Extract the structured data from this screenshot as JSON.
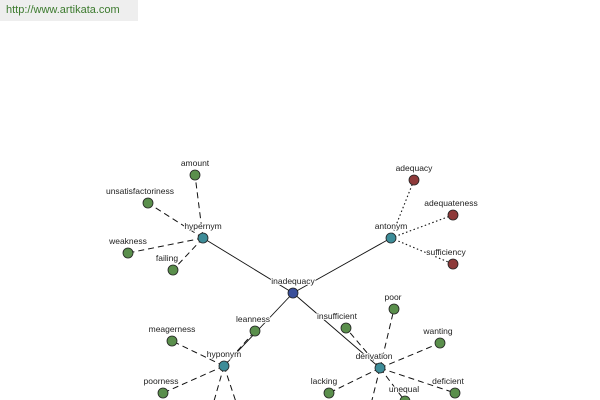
{
  "header": {
    "url": "http://www.artikata.com"
  },
  "colors": {
    "root": "#3a4f9a",
    "relation": "#3d8c98",
    "synonym": "#5a8f4c",
    "antonym": "#8e3a3a"
  },
  "graph": {
    "nodes": [
      {
        "id": "inadequacy",
        "label": "inadequacy",
        "kind": "root"
      },
      {
        "id": "hypernym",
        "label": "hypernym",
        "kind": "relation"
      },
      {
        "id": "antonym",
        "label": "antonym",
        "kind": "relation"
      },
      {
        "id": "hyponym",
        "label": "hyponym",
        "kind": "relation"
      },
      {
        "id": "derivation",
        "label": "derivation",
        "kind": "relation"
      },
      {
        "id": "amount",
        "label": "amount",
        "kind": "synonym"
      },
      {
        "id": "unsatisfactoriness",
        "label": "unsatisfactoriness",
        "kind": "synonym"
      },
      {
        "id": "weakness",
        "label": "weakness",
        "kind": "synonym"
      },
      {
        "id": "failing",
        "label": "failing",
        "kind": "synonym"
      },
      {
        "id": "adequacy",
        "label": "adequacy",
        "kind": "antonym"
      },
      {
        "id": "adequateness",
        "label": "adequateness",
        "kind": "antonym"
      },
      {
        "id": "sufficiency",
        "label": "sufficiency",
        "kind": "antonym"
      },
      {
        "id": "leanness",
        "label": "leanness",
        "kind": "synonym"
      },
      {
        "id": "meagerness",
        "label": "meagerness",
        "kind": "synonym"
      },
      {
        "id": "poorness",
        "label": "poorness",
        "kind": "synonym"
      },
      {
        "id": "insufficient",
        "label": "insufficient",
        "kind": "synonym"
      },
      {
        "id": "poor",
        "label": "poor",
        "kind": "synonym"
      },
      {
        "id": "wanting",
        "label": "wanting",
        "kind": "synonym"
      },
      {
        "id": "lacking",
        "label": "lacking",
        "kind": "synonym"
      },
      {
        "id": "unequal",
        "label": "unequal",
        "kind": "synonym"
      },
      {
        "id": "deficient",
        "label": "deficient",
        "kind": "synonym"
      }
    ],
    "edges": [
      {
        "from": "inadequacy",
        "to": "hypernym",
        "style": "solid"
      },
      {
        "from": "inadequacy",
        "to": "antonym",
        "style": "solid"
      },
      {
        "from": "inadequacy",
        "to": "hyponym",
        "style": "solid"
      },
      {
        "from": "inadequacy",
        "to": "derivation",
        "style": "solid"
      },
      {
        "from": "hypernym",
        "to": "amount",
        "style": "dash"
      },
      {
        "from": "hypernym",
        "to": "unsatisfactoriness",
        "style": "dash"
      },
      {
        "from": "hypernym",
        "to": "weakness",
        "style": "dash"
      },
      {
        "from": "hypernym",
        "to": "failing",
        "style": "dash"
      },
      {
        "from": "antonym",
        "to": "adequacy",
        "style": "dot"
      },
      {
        "from": "antonym",
        "to": "adequateness",
        "style": "dot"
      },
      {
        "from": "antonym",
        "to": "sufficiency",
        "style": "dot"
      },
      {
        "from": "hyponym",
        "to": "leanness",
        "style": "dash"
      },
      {
        "from": "hyponym",
        "to": "meagerness",
        "style": "dash"
      },
      {
        "from": "hyponym",
        "to": "poorness",
        "style": "dash"
      },
      {
        "from": "hyponym",
        "to": "offscreen-a",
        "style": "dash"
      },
      {
        "from": "hyponym",
        "to": "offscreen-b",
        "style": "dash"
      },
      {
        "from": "derivation",
        "to": "insufficient",
        "style": "dash"
      },
      {
        "from": "derivation",
        "to": "poor",
        "style": "dash"
      },
      {
        "from": "derivation",
        "to": "wanting",
        "style": "dash"
      },
      {
        "from": "derivation",
        "to": "lacking",
        "style": "dash"
      },
      {
        "from": "derivation",
        "to": "unequal",
        "style": "dash"
      },
      {
        "from": "derivation",
        "to": "deficient",
        "style": "dash"
      },
      {
        "from": "derivation",
        "to": "offscreen-c",
        "style": "dash"
      }
    ]
  }
}
